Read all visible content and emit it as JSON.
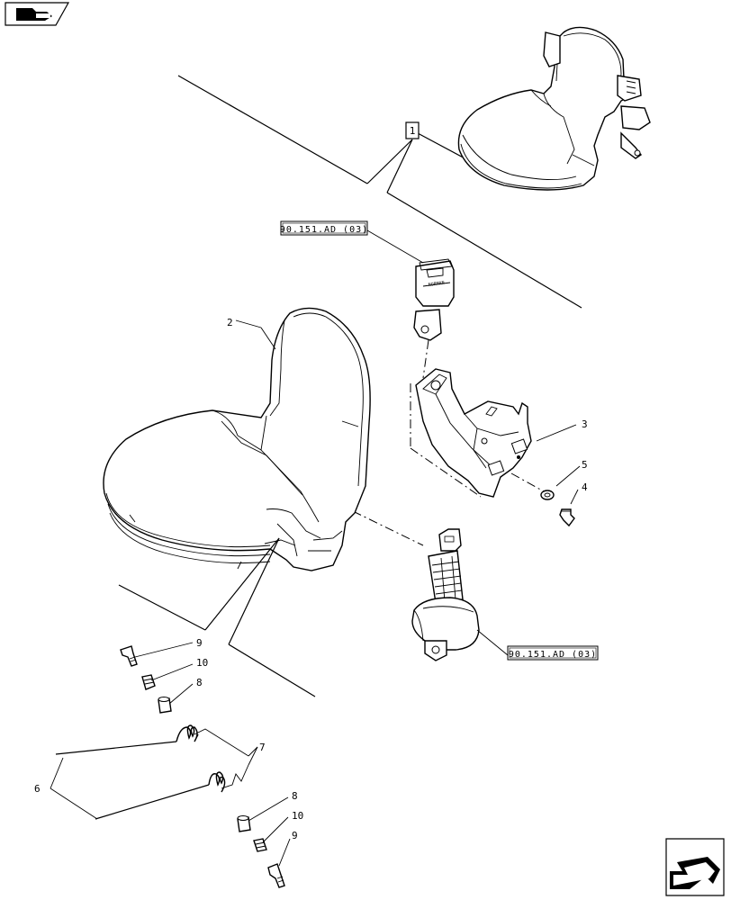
{
  "diagram": {
    "assembly_ref": "1",
    "callouts": {
      "c2": "2",
      "c3": "3",
      "c4": "4",
      "c5": "5",
      "c6": "6",
      "c7": "7",
      "c8a": "8",
      "c8b": "8",
      "c9a": "9",
      "c9b": "9",
      "c10a": "10",
      "c10b": "10"
    },
    "references": {
      "buckle_ref": "90.151.AD (03)",
      "retractor_ref": "90.151.AD (03)"
    },
    "icons": {
      "top_left": "folder-book-icon",
      "bottom_right": "next-page-arrow-icon"
    }
  }
}
